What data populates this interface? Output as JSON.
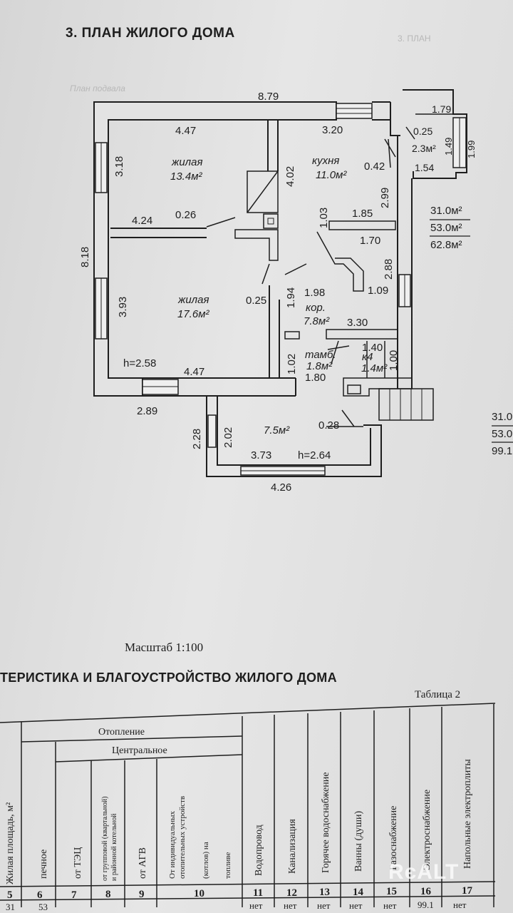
{
  "page": {
    "title": "3. ПЛАН ЖИЛОГО ДОМА",
    "scale": "Масштаб  1:100",
    "section_title": "ТЕРИСТИКА И БЛАГОУСТРОЙСТВО ЖИЛОГО ДОМА",
    "table_no": "Таблица 2",
    "watermark": "RєALT"
  },
  "ghost": {
    "left": "План подвала",
    "right": "3. ПЛАН"
  },
  "plan": {
    "l_879": "8.79",
    "l_447a": "4.47",
    "l_320": "3.20",
    "l_179": "1.79",
    "l_025a": "0.25",
    "l_23": "2.3м²",
    "l_154": "1.54",
    "l_149": "1.49",
    "l_199": "1.99",
    "l_042": "0.42",
    "r_kitchen": "кухня",
    "r_kitchen_area": "11.0м²",
    "l_318": "3.18",
    "r_living1": "жилая",
    "r_living1_area": "13.4м²",
    "l_402": "4.02",
    "l_299": "2.99",
    "l_103": "1.03",
    "l_185": "1.85",
    "l_170": "1.70",
    "l_424": "4.24",
    "l_026": "0.26",
    "t1a": "31.0м²",
    "t1b": "53.0м²",
    "t1c": "62.8м²",
    "l_818": "8.18",
    "l_288": "2.88",
    "l_393": "3.93",
    "r_living2": "жилая",
    "r_living2_area": "17.6м²",
    "l_025b": "0.25",
    "l_194": "1.94",
    "l_198": "1.98",
    "r_corridor": "кор.",
    "r_corridor_area": "7.8м²",
    "l_109": "1.09",
    "l_330": "3.30",
    "l_140": "1.40",
    "r_vestibule": "тамб.",
    "r_vestibule_area": "1.8м²",
    "l_180": "1.80",
    "r_wc": "к4",
    "r_wc_area": "1.4м²",
    "l_100": "1.00",
    "l_102": "1.02",
    "l_h258": "h=2.58",
    "l_447b": "4.47",
    "l_289": "2.89",
    "t2a": "31.0",
    "t2b": "53.0",
    "t2c": "99.1",
    "l_228": "2.28",
    "l_202": "2.02",
    "r_veranda_area": "7.5м²",
    "l_028": "0.28",
    "l_373": "3.73",
    "l_h264": "h=2.64",
    "l_426": "4.26"
  },
  "table": {
    "heating": "Отопление",
    "central": "Центральное",
    "col_area": "Жилая площадь, м²",
    "col_stove": "печное",
    "col_tec": "от ТЭЦ",
    "col_group": "от групповой (квартальной)",
    "col_group2": "и районной котельной",
    "col_agv": "от АГВ",
    "col_indiv": "От индивидуальных",
    "col_indiv2": "отопительных устройств",
    "col_indiv3": "(котлов)   на",
    "col_indiv4": "топливе",
    "col_water": "Водопровод",
    "col_sewer": "Канализация",
    "col_hotwater": "Горячее водоснабжение",
    "col_bath": "Ванны (души)",
    "col_gas": "Газоснабжение",
    "col_elec": "Электроснабжение",
    "col_stoves": "Напольные электроплиты",
    "nums": [
      "5",
      "6",
      "7",
      "8",
      "9",
      "10",
      "11",
      "12",
      "13",
      "14",
      "15",
      "16",
      "17"
    ],
    "values": [
      "31",
      "53",
      "нет",
      "нет",
      "нет",
      "нет",
      "99.1",
      "нет",
      "нет"
    ]
  }
}
